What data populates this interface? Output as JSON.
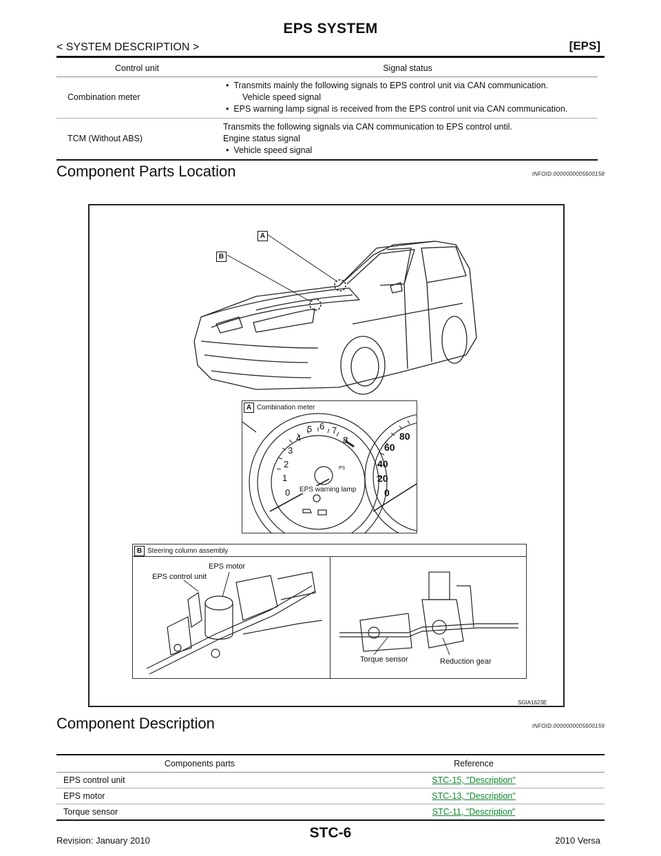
{
  "header": {
    "title": "EPS SYSTEM",
    "section": "< SYSTEM DESCRIPTION >",
    "code": "[EPS]"
  },
  "signal_table": {
    "headers": [
      "Control unit",
      "Signal status"
    ],
    "rows": [
      {
        "unit": "Combination meter",
        "lines": [
          {
            "bullet": true,
            "text": "Transmits mainly the following signals to EPS control unit via CAN communication."
          },
          {
            "bullet": false,
            "text": "Vehicle speed signal",
            "indent": true
          },
          {
            "bullet": true,
            "text": "EPS warning lamp signal is received from the EPS control unit via CAN communication."
          }
        ]
      },
      {
        "unit": "TCM (Without ABS)",
        "lines": [
          {
            "bullet": false,
            "text": "Transmits the following signals via CAN communication to EPS control until."
          },
          {
            "bullet": false,
            "text": "Engine status signal"
          },
          {
            "bullet": true,
            "text": "Vehicle speed signal"
          }
        ]
      }
    ]
  },
  "component_location": {
    "heading": "Component Parts Location",
    "infoid": "INFOID:0000000005600158"
  },
  "figure": {
    "callout_a": "A",
    "callout_b": "B",
    "meter_title": "Combination meter",
    "meter_numbers_left": [
      "0",
      "1",
      "2",
      "3",
      "4",
      "5",
      "6",
      "7",
      "8"
    ],
    "meter_numbers_right": [
      "0",
      "20",
      "40",
      "60",
      "80"
    ],
    "ps_label": "PS",
    "eps_lamp_label": "EPS warning lamp",
    "steer_title": "Steering column assembly",
    "eps_motor_label": "EPS motor",
    "eps_control_unit_label": "EPS control unit",
    "torque_sensor_label": "Torque sensor",
    "reduction_gear_label": "Reduction gear",
    "code": "SGIA1623E"
  },
  "component_description": {
    "heading": "Component Description",
    "infoid": "INFOID:0000000005600159",
    "headers": [
      "Components parts",
      "Reference"
    ],
    "rows": [
      {
        "part": "EPS control unit",
        "ref": "STC-15, \"Description\""
      },
      {
        "part": "EPS motor",
        "ref": "STC-13, \"Description\""
      },
      {
        "part": "Torque sensor",
        "ref": "STC-11, \"Description\""
      }
    ]
  },
  "footer": {
    "revision": "Revision: January 2010",
    "page": "STC-6",
    "model": "2010 Versa"
  },
  "colors": {
    "link": "#0a8a2a"
  }
}
